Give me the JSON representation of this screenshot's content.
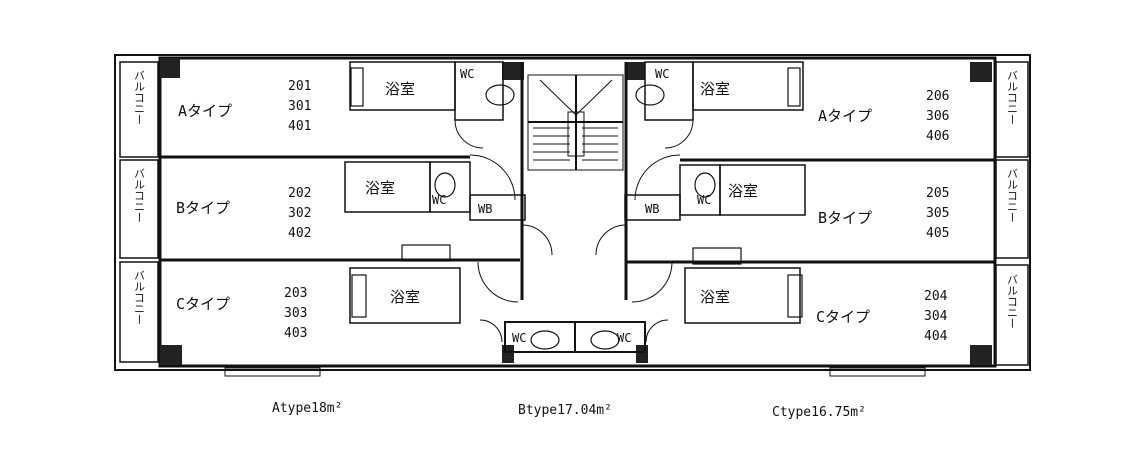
{
  "balcony_label": "バルコニー",
  "units": [
    {
      "type": "Aタイプ",
      "rooms": [
        "201",
        "301",
        "401"
      ]
    },
    {
      "type": "Bタイプ",
      "rooms": [
        "202",
        "302",
        "402"
      ]
    },
    {
      "type": "Cタイプ",
      "rooms": [
        "203",
        "303",
        "403"
      ]
    },
    {
      "type": "Aタイプ",
      "rooms": [
        "206",
        "306",
        "406"
      ]
    },
    {
      "type": "Bタイプ",
      "rooms": [
        "205",
        "305",
        "405"
      ]
    },
    {
      "type": "Cタイプ",
      "rooms": [
        "204",
        "304",
        "404"
      ]
    }
  ],
  "fixtures": {
    "bath": "浴室",
    "wc": "WC",
    "wb": "WB"
  },
  "captions": {
    "a": "Atype18m²",
    "b": "Btype17.04m²",
    "c": "Ctype16.75m²"
  }
}
